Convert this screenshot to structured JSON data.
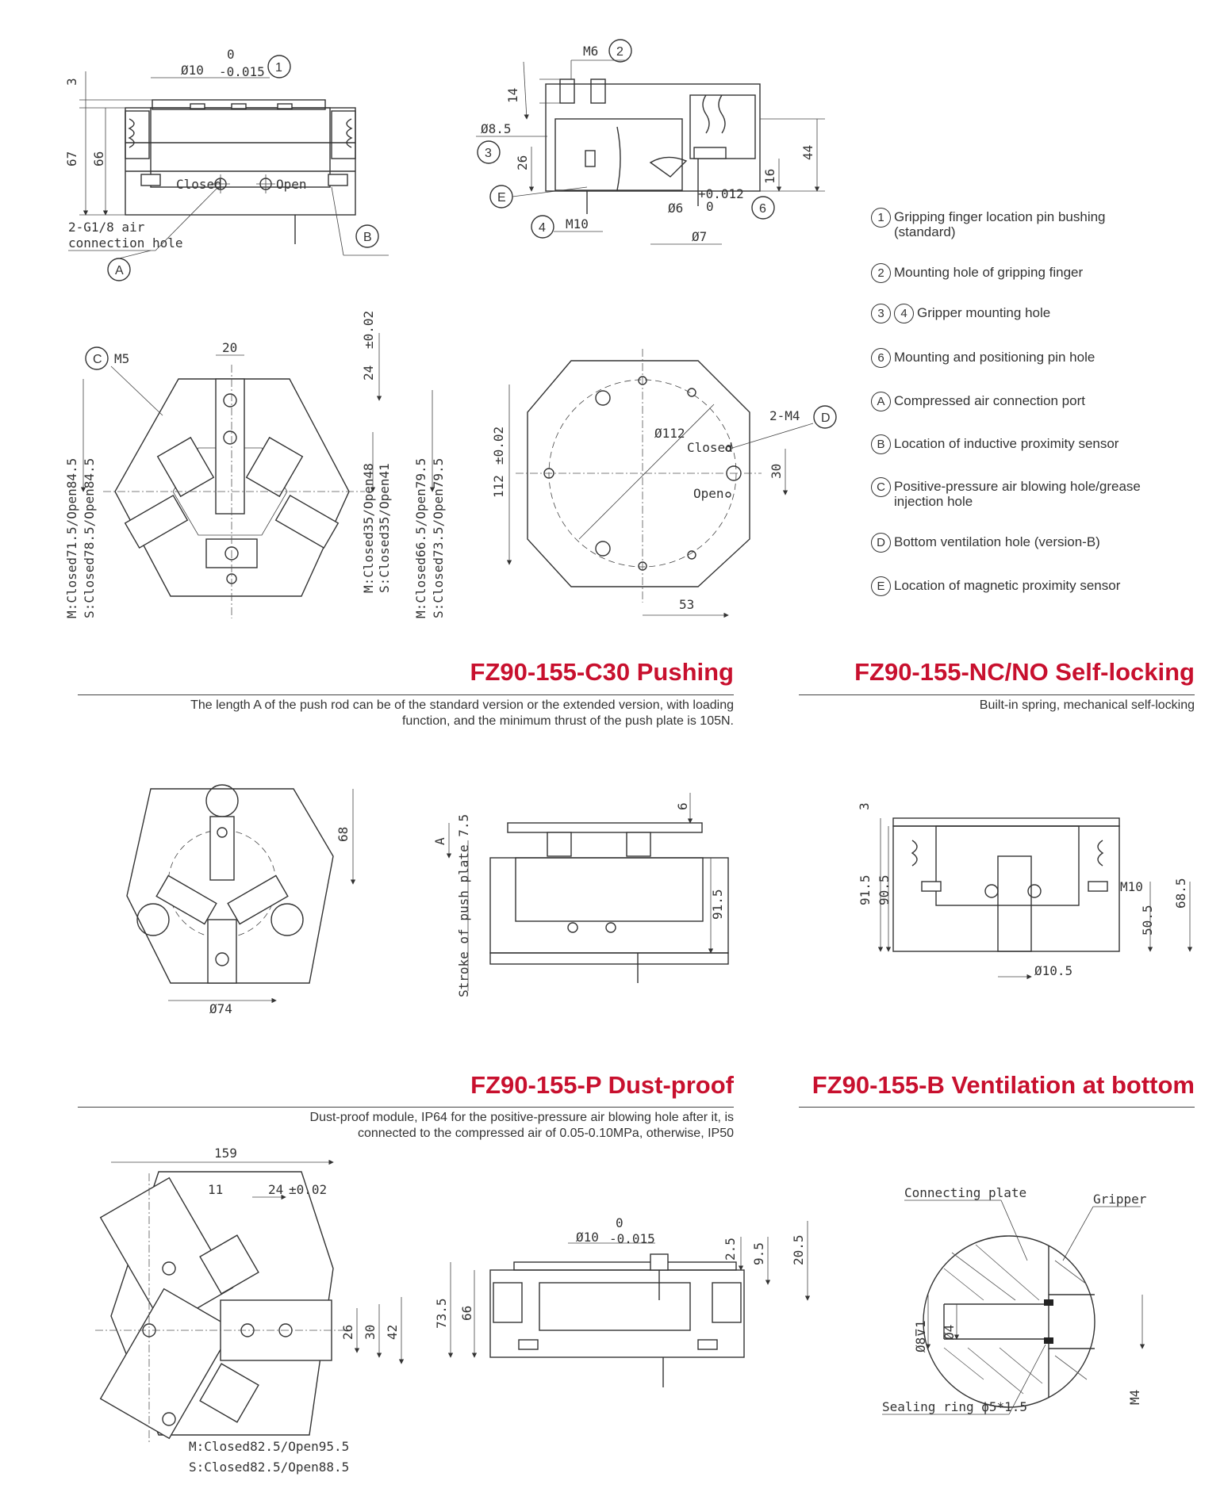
{
  "legend": {
    "items": [
      {
        "badge": "1",
        "text": "Gripping finger location pin bushing (standard)"
      },
      {
        "badge": "2",
        "text": "Mounting hole of gripping finger"
      },
      {
        "badge": "3",
        "badge2": "4",
        "text": "Gripper mounting hole"
      },
      {
        "badge": "6",
        "text": "Mounting and positioning pin hole"
      },
      {
        "badge": "A",
        "text": "Compressed air connection port"
      },
      {
        "badge": "B",
        "text": "Location of inductive proximity sensor"
      },
      {
        "badge": "C",
        "text": "Positive-pressure air blowing hole/grease injection hole"
      },
      {
        "badge": "D",
        "text": "Bottom ventilation hole (version-B)"
      },
      {
        "badge": "E",
        "text": "Location of magnetic proximity sensor"
      }
    ]
  },
  "sections": {
    "pushing": {
      "title": "FZ90-155-C30 Pushing",
      "description_line1": "The length A of the push rod can be of the standard version or the extended version, with loading",
      "description_line2": "function, and the minimum thrust of the push plate is 105N."
    },
    "self_locking": {
      "title": "FZ90-155-NC/NO Self-locking",
      "description": "Built-in spring, mechanical self-locking"
    },
    "dust_proof": {
      "title": "FZ90-155-P Dust-proof",
      "description_line1": "Dust-proof module, IP64 for the positive-pressure air blowing hole after it, is",
      "description_line2": "connected to the compressed air of 0.05-0.10MPa, otherwise, IP50"
    },
    "ventilation": {
      "title": "FZ90-155-B Ventilation at bottom"
    }
  },
  "drawings": {
    "front_main": {
      "dim_3": "3",
      "dim_67": "67",
      "dim_66": "66",
      "dia_10": "Ø10",
      "tol_0": "0",
      "tol_neg": "-0.015",
      "closed": "Closed",
      "open": "Open",
      "air_line1": "2-G1/8 air",
      "air_line2": "connection hole",
      "badge_1": "1",
      "badge_a": "A",
      "badge_b": "B"
    },
    "section_main": {
      "m6": "M6",
      "badge_2": "2",
      "dim_14": "14",
      "dia_8_5": "Ø8.5",
      "badge_3": "3",
      "dim_26": "26",
      "badge_e": "E",
      "badge_4": "4",
      "m10": "M10",
      "tol_pos": "+0.012",
      "tol_0": "0",
      "dia_6": "Ø6",
      "badge_6": "6",
      "dia_7": "Ø7",
      "dim_16": "16",
      "dim_44": "44"
    },
    "top_main": {
      "badge_c": "C",
      "m5": "M5",
      "dim_20": "20",
      "dim_24": "24",
      "tol_24": "±0.02",
      "m_closed": "M:Closed71.5/Open84.5",
      "s_closed": "S:Closed78.5/Open84.5",
      "m_closed2": "M:Closed35/Open48",
      "s_closed2": "S:Closed35/Open41",
      "m_closed3": "M:Closed66.5/Open79.5",
      "s_closed3": "S:Closed73.5/Open79.5"
    },
    "bottom_main": {
      "dim_112": "112",
      "tol_112": "±0.02",
      "dia_112": "Ø112",
      "m4": "2-M4",
      "badge_d": "D",
      "closed": "Closed",
      "open": "Open",
      "dim_30": "30",
      "dim_53": "53"
    },
    "pushing_top": {
      "dim_68": "68",
      "dia_74": "Ø74"
    },
    "pushing_side": {
      "dim_6": "6",
      "dim_a": "A",
      "dim_91_5": "91.5",
      "stroke": "Stroke of push plate 7.5"
    },
    "self_locking_side": {
      "dim_3": "3",
      "dim_91_5": "91.5",
      "dim_90_5": "90.5",
      "m10": "M10",
      "dim_50_5": "50.5",
      "dim_68_5": "68.5",
      "dia_10_5": "Ø10.5"
    },
    "dust_top": {
      "dim_159": "159",
      "dim_11": "11",
      "dim_24": "24",
      "tol_24": "±0.02",
      "dim_26": "26",
      "dim_30": "30",
      "dim_42": "42",
      "m_closed": "M:Closed82.5/Open95.5",
      "s_closed": "S:Closed82.5/Open88.5"
    },
    "dust_side": {
      "dia_10": "Ø10",
      "tol_0": "0",
      "tol_neg": "-0.015",
      "dim_2_5": "2.5",
      "dim_9_5": "9.5",
      "dim_20_5": "20.5",
      "dim_73_5": "73.5",
      "dim_66": "66"
    },
    "ventilation_detail": {
      "connecting_plate": "Connecting plate",
      "gripper": "Gripper",
      "dia_8": "Ø8⊽1",
      "dia_4": "Ø4",
      "m4": "M4",
      "sealing": "Sealing ring ϕ5*1.5"
    }
  }
}
